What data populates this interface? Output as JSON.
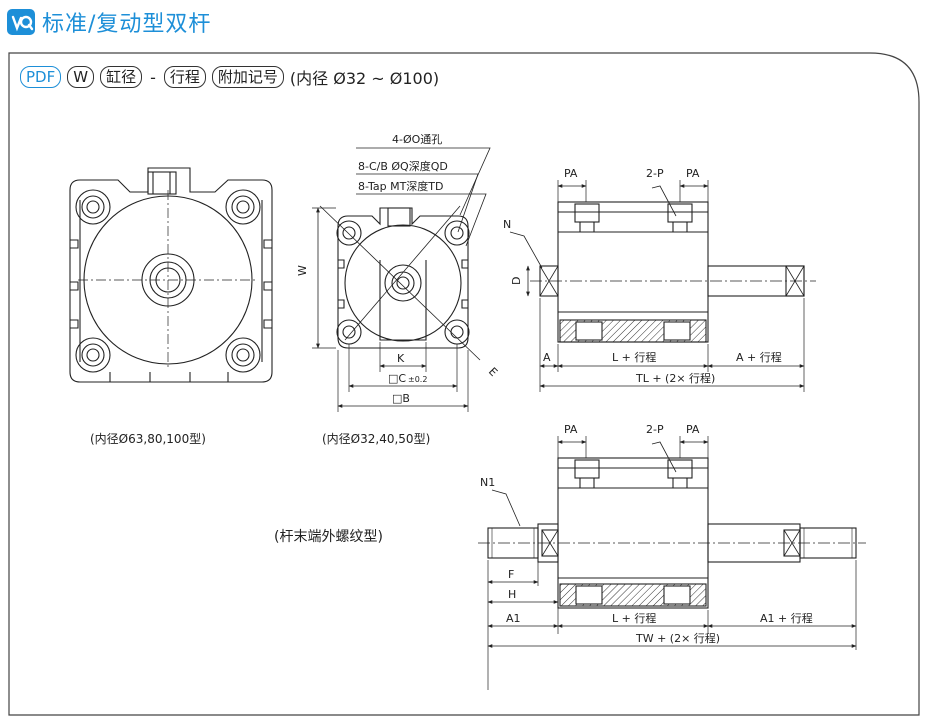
{
  "header": {
    "title": "标准/复动型双杆"
  },
  "code": {
    "pdf": "PDF",
    "w": "W",
    "bore": "缸径",
    "sep1": "-",
    "stroke": "行程",
    "sep2": "",
    "suffix": "附加记号",
    "range": "(内径 Ø32 ~ Ø100)"
  },
  "captions": {
    "large": "(内径Ø63,80,100型)",
    "small": "(内径Ø32,40,50型)",
    "male_thread": "(杆末端外螺纹型)"
  },
  "labels": {
    "hole_through": "4-ØO通孔",
    "counterbore": "8-C/B ØQ深度QD",
    "tap": "8-Tap MT深度TD",
    "W": "W",
    "K": "K",
    "C": "□C",
    "C_tol": "±0.2",
    "B": "□B",
    "E": "E",
    "PA": "PA",
    "P2": "2-P",
    "N": "N",
    "D": "D",
    "A": "A",
    "L_stroke": "L + 行程",
    "A_stroke": "A + 行程",
    "TL": "TL + (2× 行程)",
    "N1": "N1",
    "F": "F",
    "H": "H",
    "A1": "A1",
    "A1_stroke": "A1 + 行程",
    "TW": "TW + (2× 行程)"
  },
  "colors": {
    "accent": "#1d8fd8",
    "line": "#222222"
  }
}
